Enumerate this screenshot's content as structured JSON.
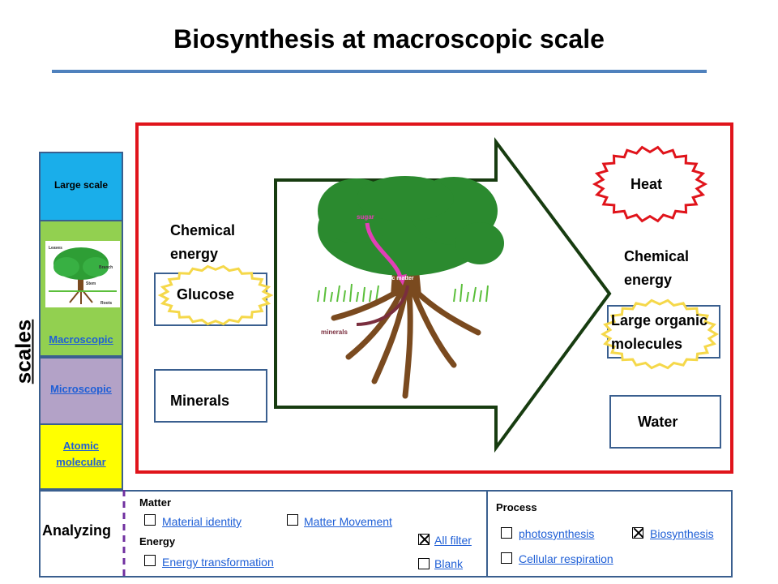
{
  "title": "Biosynthesis at macroscopic scale",
  "scales": {
    "label": "scales",
    "items": [
      {
        "label": "Large scale",
        "color": "#1aaeea"
      },
      {
        "label": "Macroscopic",
        "color": "#92d050"
      },
      {
        "label": "Microscopic",
        "color": "#b3a2c7"
      },
      {
        "label": "Atomic molecular",
        "color": "#ffff00"
      }
    ]
  },
  "diagram": {
    "inputs": {
      "energy_label": "Chemical energy",
      "glucose": "Glucose",
      "minerals": "Minerals"
    },
    "outputs": {
      "heat": "Heat",
      "energy_label": "Chemical energy",
      "large_molecules": "Large organic molecules",
      "water": "Water"
    },
    "tree_labels": {
      "sugar": "sugar",
      "organic_matter": "organic matter",
      "minerals": "minerals",
      "leaves": "Leaves",
      "branch": "Branch",
      "stem": "Stem",
      "roots": "Roots"
    },
    "colors": {
      "frame": "#e0141b",
      "arrow": "#173c10",
      "burst_yellow": "#f5d84a",
      "burst_red": "#e0141b"
    }
  },
  "analyzing": {
    "label": "Analyzing",
    "matter": {
      "heading": "Matter",
      "options": [
        {
          "label": "Material identity",
          "checked": false
        },
        {
          "label": "Matter Movement",
          "checked": false
        }
      ]
    },
    "energy": {
      "heading": "Energy",
      "options": [
        {
          "label": "Energy transformation",
          "checked": false
        }
      ]
    },
    "filters": [
      {
        "label": "All filter",
        "checked": true
      },
      {
        "label": "Blank",
        "checked": false
      }
    ],
    "process": {
      "heading": "Process",
      "options": [
        {
          "label": "photosynthesis",
          "checked": false
        },
        {
          "label": "Biosynthesis",
          "checked": true
        },
        {
          "label": "Cellular respiration",
          "checked": false
        }
      ]
    }
  }
}
